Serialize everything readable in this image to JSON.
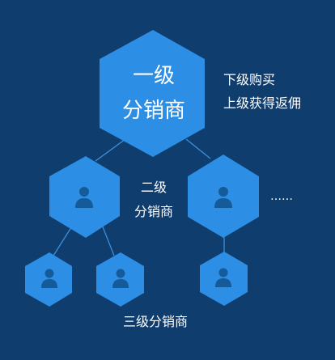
{
  "top": {
    "line1": "一级",
    "line2": "分销商"
  },
  "annotation": {
    "line1": "下级购买",
    "line2": "上级获得返佣"
  },
  "second": {
    "line1": "二级",
    "line2": "分销商"
  },
  "ellipsis": "……",
  "third": {
    "label": "三级分销商"
  },
  "icons": {
    "person": "person-icon"
  },
  "colors": {
    "background": "#0f3d6e",
    "hexagon": "#2c8ee4",
    "connector": "#3d8fd8",
    "icon": "#155a99",
    "text": "#ffffff"
  }
}
